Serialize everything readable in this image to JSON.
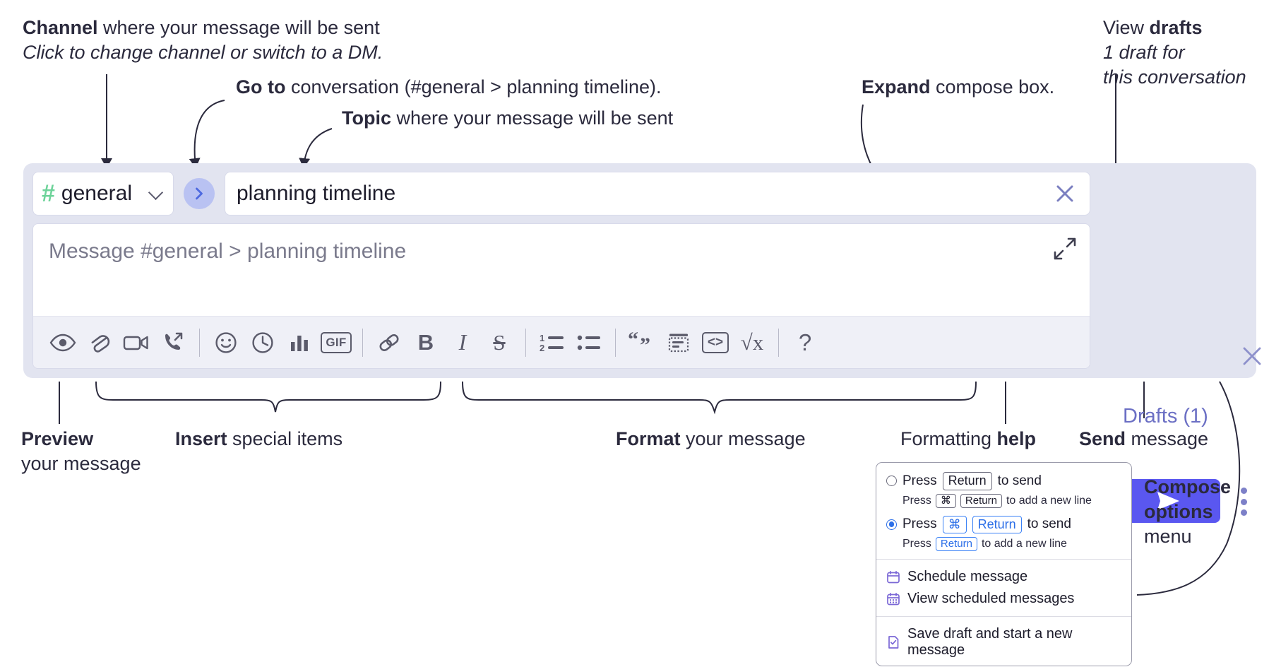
{
  "annotations": {
    "channel": {
      "bold": "Channel",
      "rest": " where your message will be sent",
      "italic": "Click to change channel or switch to a DM."
    },
    "goto": {
      "bold": "Go to",
      "rest": " conversation (#general > planning timeline)."
    },
    "topic": {
      "bold": "Topic",
      "rest": " where your message will be sent"
    },
    "expand": {
      "bold": "Expand",
      "rest": " compose box."
    },
    "drafts": {
      "plain": "View ",
      "bold": "drafts",
      "italic1": "1 draft for",
      "italic2": "this conversation"
    },
    "preview": {
      "bold": "Preview",
      "rest": "your message"
    },
    "insert": {
      "bold": "Insert",
      "rest": " special items"
    },
    "format": {
      "bold": "Format",
      "rest": " your message"
    },
    "help": {
      "plain": "Formatting ",
      "bold": "help"
    },
    "send": {
      "bold": "Send",
      "rest": " message"
    },
    "compose_options": {
      "bold1": "Compose",
      "bold2": "options",
      "rest": "menu"
    }
  },
  "compose": {
    "channel_name": "general",
    "hash_symbol": "#",
    "topic_value": "planning timeline",
    "editor_placeholder": "Message #general > planning timeline",
    "drafts_label": "Drafts (1)",
    "toolbar": [
      {
        "name": "preview-icon",
        "label": "Preview"
      },
      {
        "name": "attachment-icon",
        "label": "Attach file"
      },
      {
        "name": "video-icon",
        "label": "Record video clip"
      },
      {
        "name": "audio-icon",
        "label": "Record audio clip"
      },
      {
        "name": "separator",
        "label": ""
      },
      {
        "name": "emoji-icon",
        "label": "Emoji"
      },
      {
        "name": "reminder-clock-icon",
        "label": "Reminder"
      },
      {
        "name": "poll-bars-icon",
        "label": "Poll"
      },
      {
        "name": "gif-icon",
        "label": "GIF"
      },
      {
        "name": "separator",
        "label": ""
      },
      {
        "name": "link-icon",
        "label": "Link"
      },
      {
        "name": "bold-icon",
        "label": "B"
      },
      {
        "name": "italic-icon",
        "label": "I"
      },
      {
        "name": "strikethrough-icon",
        "label": "S"
      },
      {
        "name": "separator",
        "label": ""
      },
      {
        "name": "ordered-list-icon",
        "label": "Ordered list"
      },
      {
        "name": "bulleted-list-icon",
        "label": "Bulleted list"
      },
      {
        "name": "separator",
        "label": ""
      },
      {
        "name": "blockquote-icon",
        "label": "Blockquote"
      },
      {
        "name": "code-block-icon",
        "label": "Code block"
      },
      {
        "name": "inline-code-icon",
        "label": "<>"
      },
      {
        "name": "math-icon",
        "label": "√x"
      },
      {
        "name": "separator",
        "label": ""
      },
      {
        "name": "help-icon",
        "label": "?"
      }
    ]
  },
  "menu": {
    "option1": {
      "prefix": "Press",
      "key": "Return",
      "suffix": "to send",
      "selected": false,
      "sub_prefix": "Press",
      "sub_key1": "⌘",
      "sub_key2": "Return",
      "sub_suffix": "to add a new line"
    },
    "option2": {
      "prefix": "Press",
      "key1": "⌘",
      "key2": "Return",
      "suffix": "to send",
      "selected": true,
      "sub_prefix": "Press",
      "sub_key": "Return",
      "sub_suffix": "to add a new line"
    },
    "items": [
      {
        "icon": "calendar-clock-icon",
        "label": "Schedule message"
      },
      {
        "icon": "calendar-grid-icon",
        "label": "View scheduled messages"
      },
      {
        "icon": "document-check-icon",
        "label": "Save draft and start a new message"
      }
    ]
  },
  "colors": {
    "panel_bg": "#e2e4f0",
    "accent": "#5a57f0",
    "drafts_text": "#6b6fc4",
    "hash_green": "#6ed39a",
    "goto_bg": "#b9c2f2",
    "radio_blue": "#2c6fe8"
  }
}
